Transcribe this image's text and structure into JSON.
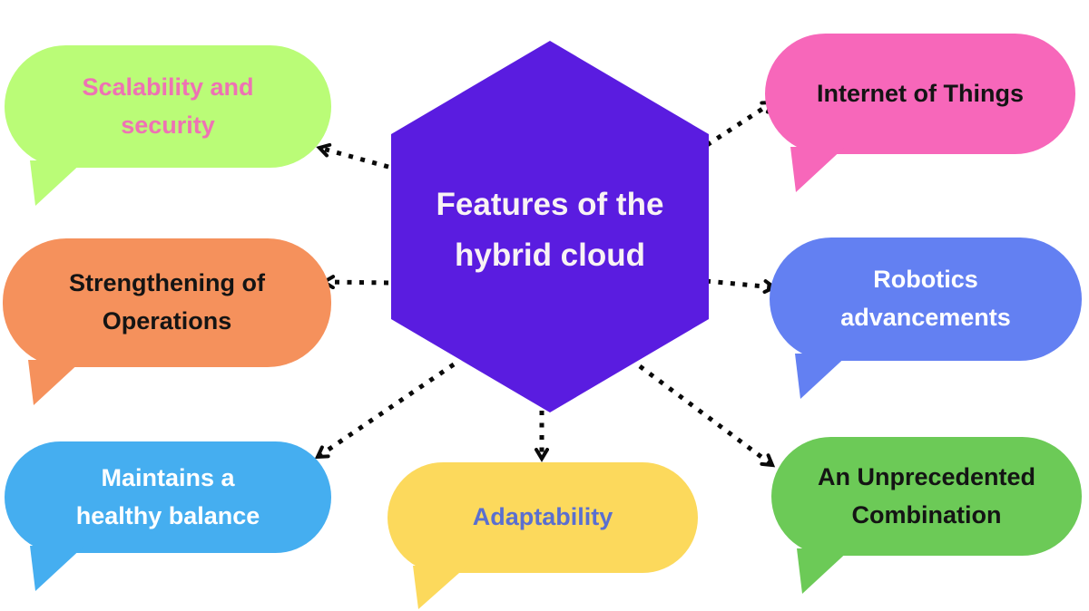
{
  "background": "#ffffff",
  "arrow_color": "#0a0a0a",
  "hexagon": {
    "title": "Features of the\nhybrid cloud",
    "color": "#5a1ce0",
    "text_color": "#f8f2f4"
  },
  "bubbles": [
    {
      "id": "scalability-and-security",
      "label": "Scalability and\nsecurity",
      "bg": "#bafc77",
      "text_color": "#ee72b4"
    },
    {
      "id": "strengthening-of-operations",
      "label": "Strengthening of\nOperations",
      "bg": "#f5915c",
      "text_color": "#141414"
    },
    {
      "id": "maintains-a-healthy-balance",
      "label": "Maintains a\nhealthy balance",
      "bg": "#45aef0",
      "text_color": "#ffffff"
    },
    {
      "id": "adaptability",
      "label": "Adaptability",
      "bg": "#fcd95c",
      "text_color": "#5a6fd0"
    },
    {
      "id": "internet-of-things",
      "label": "Internet of Things",
      "bg": "#f767ba",
      "text_color": "#141414"
    },
    {
      "id": "robotics-advancements",
      "label": "Robotics\nadvancements",
      "bg": "#6380f2",
      "text_color": "#ffffff"
    },
    {
      "id": "an-unprecedented-combination",
      "label": "An Unprecedented\nCombination",
      "bg": "#6cca57",
      "text_color": "#141414"
    }
  ]
}
